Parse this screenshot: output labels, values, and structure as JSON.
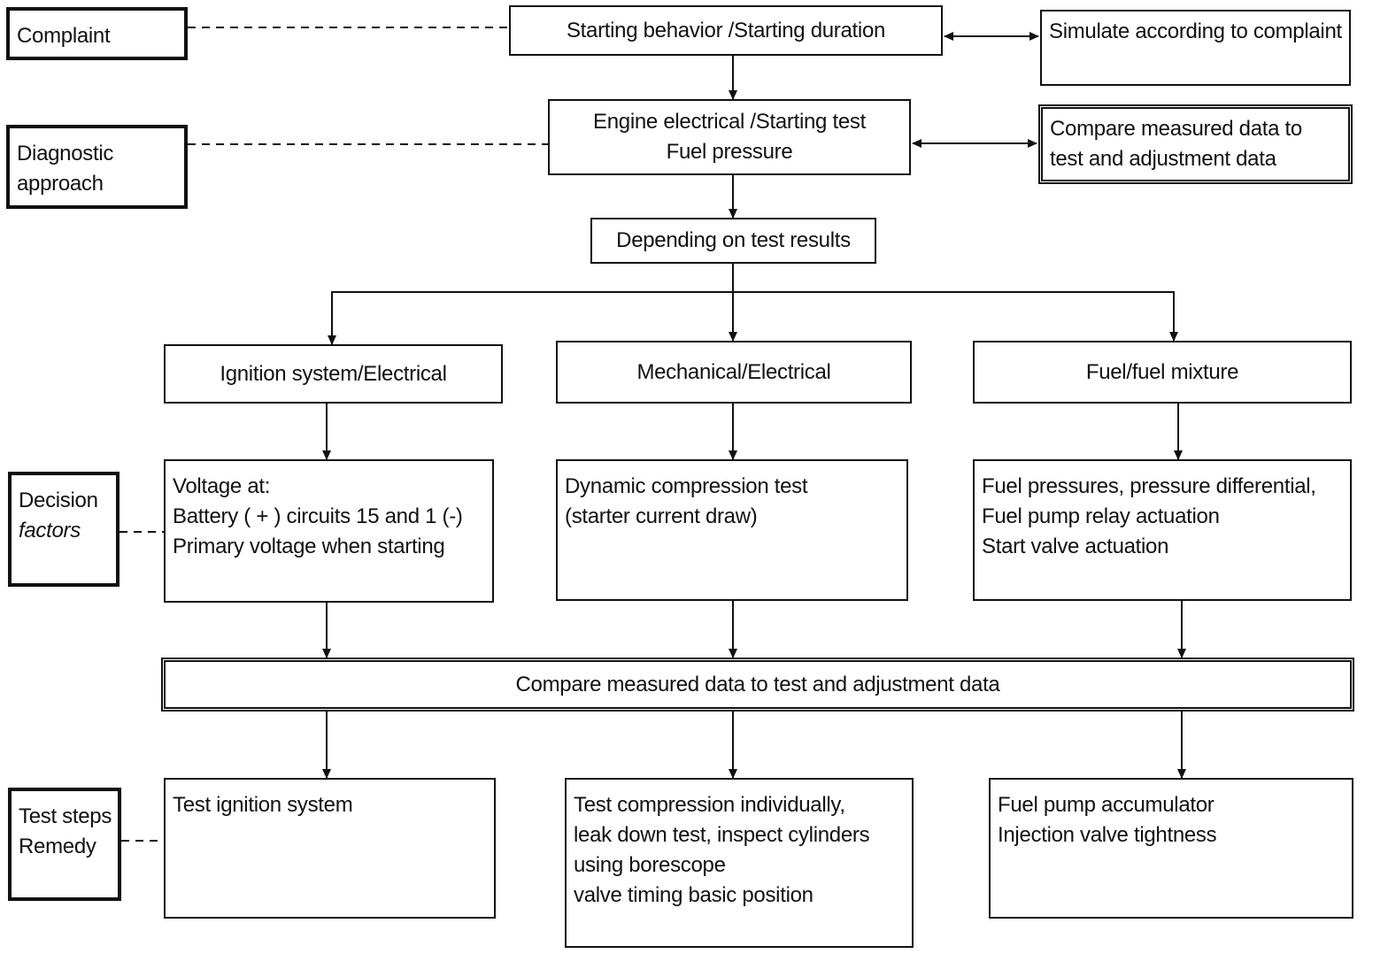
{
  "labels": {
    "complaint": "Complaint",
    "diagnostic": [
      "Diagnostic",
      "approach"
    ],
    "decision": [
      "Decision",
      "factors"
    ],
    "test_steps": [
      "Test steps",
      "Remedy"
    ]
  },
  "flow": {
    "start": "Starting behavior /Starting duration",
    "simulate": "Simulate according to complaint",
    "engine_test": [
      "Engine electrical /Starting test",
      "Fuel pressure"
    ],
    "compare_top": [
      "Compare measured data to",
      "test and adjustment data"
    ],
    "depending": "Depending on test results",
    "branches": {
      "ignition": "Ignition system/Electrical",
      "mechanical": "Mechanical/Electrical",
      "fuel": "Fuel/fuel mixture"
    },
    "factors": {
      "ignition": [
        "Voltage at:",
        "Battery ( + ) circuits 15 and 1 (-)",
        "Primary voltage when starting"
      ],
      "mechanical": [
        "Dynamic compression test",
        "(starter current draw)"
      ],
      "fuel": [
        "Fuel pressures, pressure differential,",
        "Fuel pump relay actuation",
        "Start valve actuation"
      ]
    },
    "compare_main": "Compare measured data to test and adjustment data",
    "steps": {
      "ignition": [
        "Test ignition system"
      ],
      "mechanical": [
        "Test compression individually,",
        "leak down test, inspect cylinders",
        "using borescope",
        "valve timing basic position"
      ],
      "fuel": [
        "Fuel pump accumulator",
        "Injection valve tightness"
      ]
    }
  }
}
